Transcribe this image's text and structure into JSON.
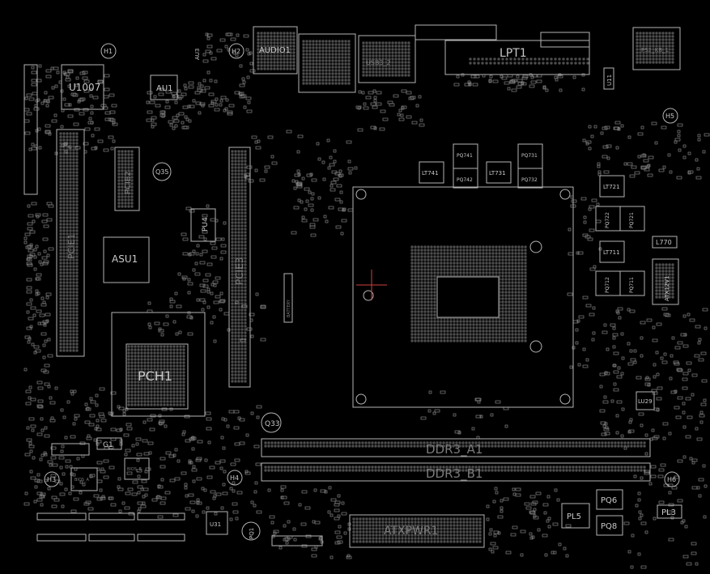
{
  "board": {
    "background": "#000000",
    "outline_color": "#b4b4b4",
    "pad_color": "#9a9a9a",
    "marker_color": "#d04040",
    "labels": {
      "u1007": "U1007",
      "au1": "AU1",
      "audio1": "AUDIO1",
      "usb": "USB3_2",
      "lpt1": "LPT1",
      "ps2": "PS2_KB_1",
      "u11": "U11",
      "asu1": "ASU1",
      "pch1": "PCH1",
      "pci1": "PCIE1",
      "pci2": "PCIE2",
      "pcie3": "PCIE3",
      "pu4": "PU4",
      "battery": "BATTERY",
      "lt741": "LT741",
      "lt731": "LT731",
      "pq741": "PQ741",
      "pq731": "PQ731",
      "pq732": "PQ732",
      "pq742": "PQ742",
      "lt721": "LT721",
      "pq722": "PQ722",
      "pq721": "PQ721",
      "lt711": "LT711",
      "pq712": "PQ712",
      "pq711": "PQ711",
      "l770": "L770",
      "atx12v": "ATX12V1",
      "lu29": "LU29",
      "q33": "Q33",
      "q35": "Q35",
      "g1": "G1",
      "ddr3_a1": "DDR3_A1",
      "ddr3_b1": "DDR3_B1",
      "atxpwr1": "ATXPWR1",
      "pl5": "PL5",
      "pq6": "PQ6",
      "pq8": "PQ8",
      "pl3": "PL3",
      "h1": "H1",
      "h2": "H2",
      "h3": "H3",
      "h4": "H4",
      "h5": "H5",
      "h6": "H6",
      "u31": "U31",
      "bios_a": "BIOS_A",
      "bios_b": "BIOS_B",
      "pq1": "PQ1",
      "au3": "AU3"
    }
  }
}
